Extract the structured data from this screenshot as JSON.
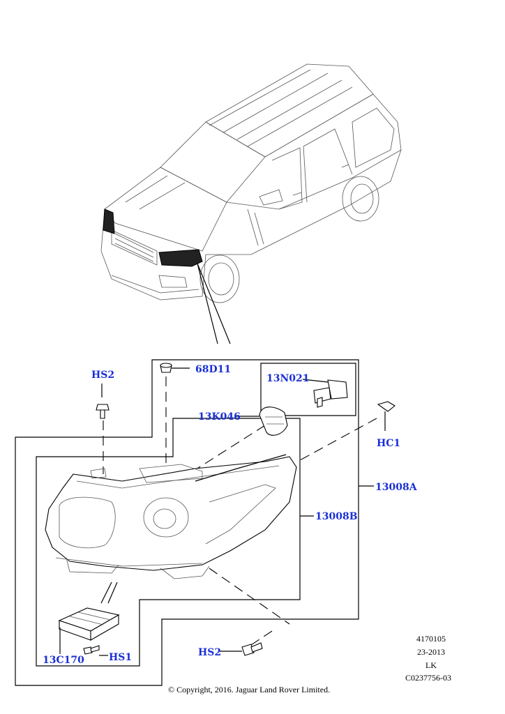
{
  "labels": {
    "hs2_top": "HS2",
    "p68d11": "68D11",
    "p13n021": "13N021",
    "p13k046": "13K046",
    "hc1": "HC1",
    "p13008a": "13008A",
    "p13008b": "13008B",
    "p13c170": "13C170",
    "hs1": "HS1",
    "hs2_bottom": "HS2"
  },
  "meta": {
    "line1": "4170105",
    "line2": "23-2013",
    "line3": "LK",
    "line4": "C0237756-03"
  },
  "copyright": "© Copyright, 2016. Jaguar Land Rover Limited.",
  "colors": {
    "label": "#1a2fd6",
    "line": "#000000"
  }
}
